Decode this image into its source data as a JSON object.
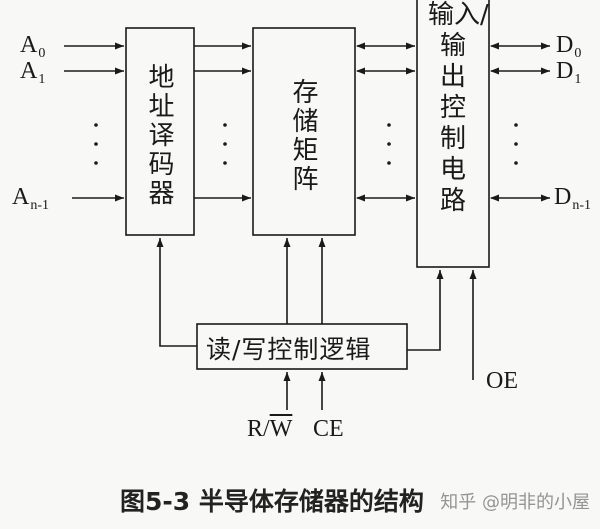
{
  "blocks": {
    "address_decoder": "地址译码器",
    "storage_matrix": "存储矩阵",
    "io_control": [
      "输入/",
      "输出控制电路"
    ],
    "rw_control": "读/写控制逻辑"
  },
  "inputs": {
    "a0": {
      "letter": "A",
      "sub": "0"
    },
    "a1": {
      "letter": "A",
      "sub": "1"
    },
    "an1": {
      "letter": "A",
      "sub": "n-1"
    }
  },
  "outputs": {
    "d0": {
      "letter": "D",
      "sub": "0"
    },
    "d1": {
      "letter": "D",
      "sub": "1"
    },
    "dn1": {
      "letter": "D",
      "sub": "n-1"
    }
  },
  "control_signals": {
    "r": "R/",
    "w": "W",
    "ce": "CE",
    "oe": "OE"
  },
  "caption": "图5-3 半导体存储器的结构",
  "watermark": "知乎 @明非的小屋"
}
